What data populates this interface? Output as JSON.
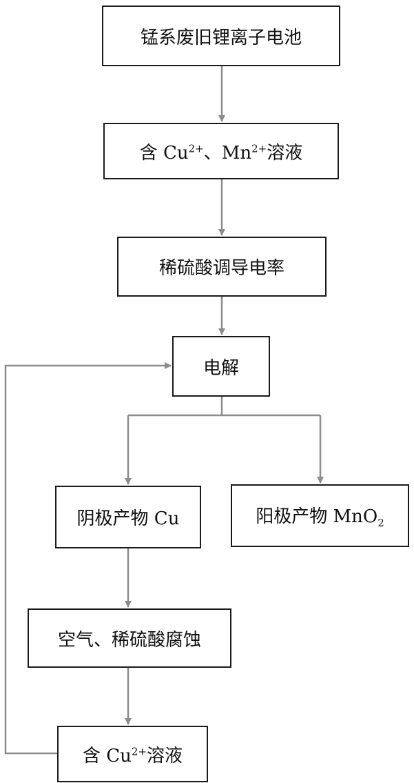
{
  "nodes": {
    "battery": "锰系废旧锂离子电池",
    "solution_mixed": {
      "pre": "含 Cu",
      "sup1": "2+",
      "mid": "、Mn",
      "sup2": "2+",
      "post": "溶液"
    },
    "conductivity": "稀硫酸调导电率",
    "electrolysis": "电解",
    "cathode": "阴极产物 Cu",
    "anode": {
      "pre": "阳极产物 MnO",
      "sub": "2"
    },
    "corrosion": "空气、稀硫酸腐蚀",
    "solution_cu": {
      "pre": "含 Cu",
      "sup": "2+",
      "post": "溶液"
    }
  },
  "colors": {
    "arrow": "#8c8c8c",
    "border": "#1a1a1a"
  }
}
